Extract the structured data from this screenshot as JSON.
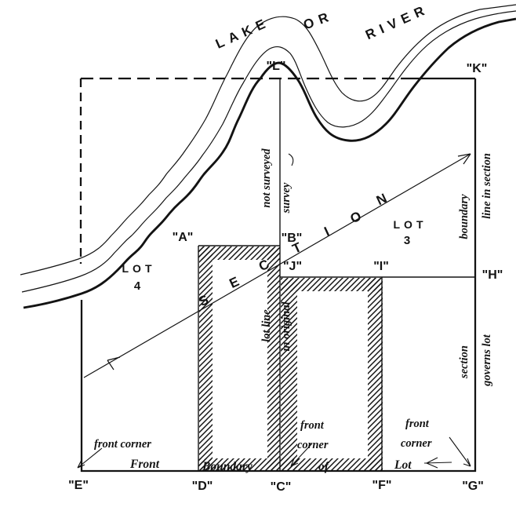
{
  "colors": {
    "ink": "#131313",
    "paper": "#ffffff"
  },
  "water": {
    "word1": "LAKE",
    "word2": "OR",
    "word3": "RIVER"
  },
  "corners": {
    "l": "\"L\"",
    "k": "\"K\"",
    "a": "\"A\"",
    "b": "\"B\"",
    "j": "\"J\"",
    "i": "\"I\"",
    "h": "\"H\"",
    "e": "\"E\"",
    "d": "\"D\"",
    "c": "\"C\"",
    "f": "\"F\"",
    "g": "\"G\""
  },
  "lots": {
    "lot3_word": "LOT",
    "lot3_num": "3",
    "lot4_word": "LOT",
    "lot4_num": "4"
  },
  "section_letters": [
    "S",
    "E",
    "C",
    "T",
    "I",
    "O",
    "N"
  ],
  "line_notes": {
    "not_surveyed": "not surveyed",
    "survey": "survey",
    "lot_line": "lot line",
    "in_original": "in original",
    "boundary": "boundary",
    "line_in_section": "line in section",
    "section": "section",
    "governs_lot": "governs lot"
  },
  "bottom_notes": {
    "front_corner_e": "front corner",
    "front_word": "Front",
    "boundary_word": "Boundary",
    "front_c": "front",
    "corner_c": "corner",
    "of_word": "of",
    "front_g": "front",
    "corner_g": "corner",
    "lot_word": "Lot"
  }
}
